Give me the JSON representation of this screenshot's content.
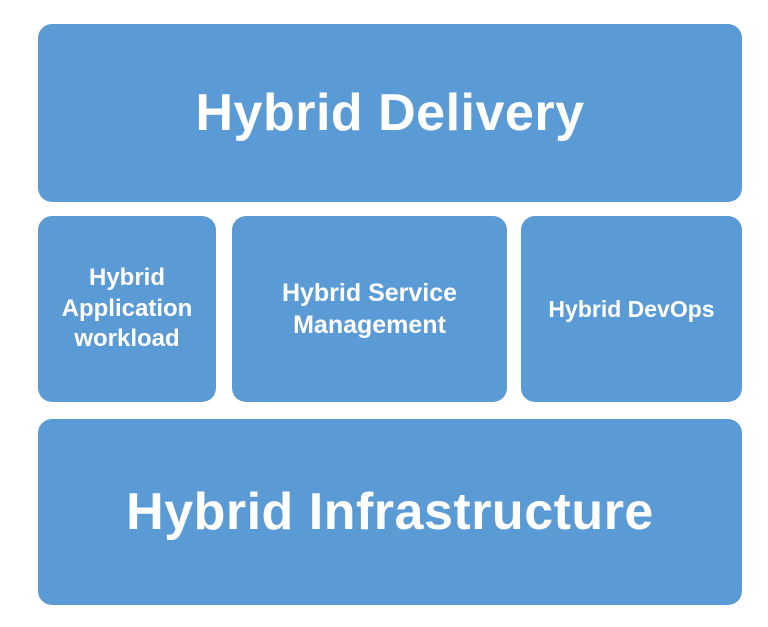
{
  "colors": {
    "block_fill": "#5b9bd5",
    "text": "#ffffff",
    "background": "#ffffff"
  },
  "diagram": {
    "top": {
      "label": "Hybrid Delivery"
    },
    "middle": [
      {
        "lines": [
          "Hybrid",
          "Application",
          "workload"
        ]
      },
      {
        "lines": [
          "Hybrid Service",
          "Management"
        ]
      },
      {
        "lines": [
          "Hybrid DevOps"
        ]
      }
    ],
    "bottom": {
      "label": "Hybrid Infrastructure"
    }
  }
}
